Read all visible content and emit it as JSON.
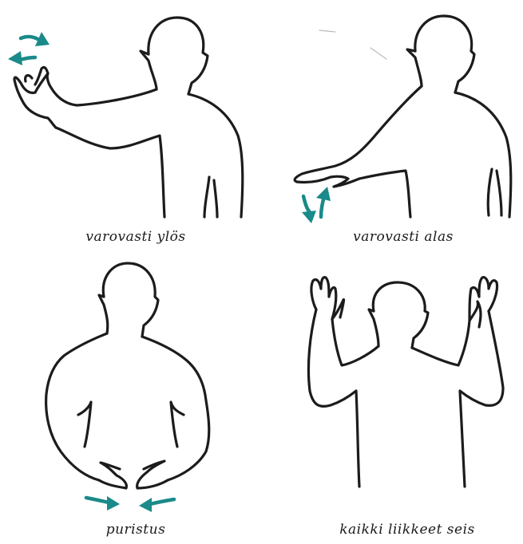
{
  "colors": {
    "line": "#1c1c1c",
    "arrow": "#1a8a8a",
    "background": "#ffffff"
  },
  "signals": [
    {
      "id": "raise-slowly",
      "caption": "varovasti ylös"
    },
    {
      "id": "lower-slowly",
      "caption": "varovasti alas"
    },
    {
      "id": "clamp",
      "caption": "puristus"
    },
    {
      "id": "all-stop",
      "caption": "kaikki liikkeet seis"
    }
  ]
}
